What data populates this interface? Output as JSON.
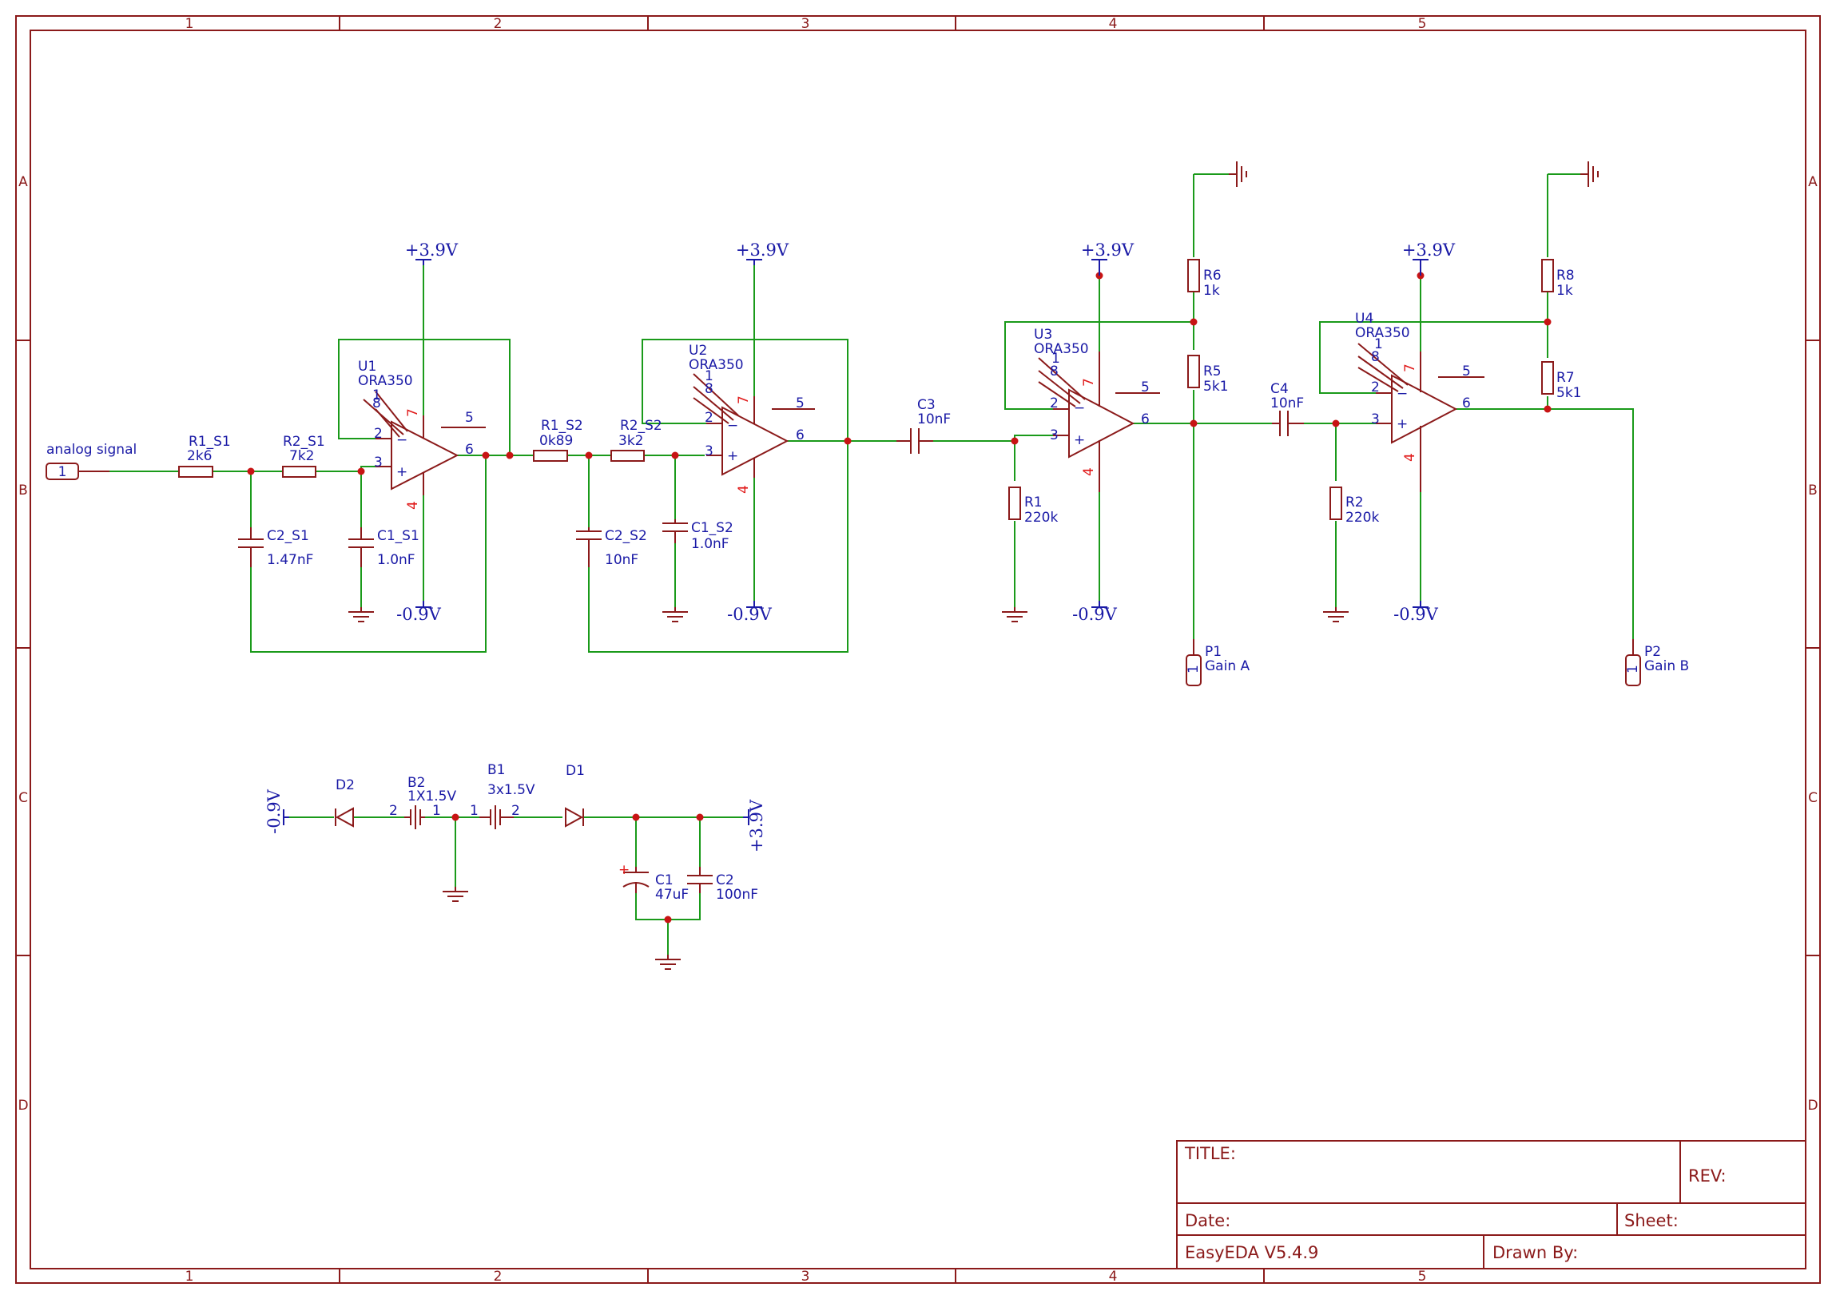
{
  "grid": {
    "columns": [
      "1",
      "2",
      "3",
      "4",
      "5"
    ],
    "rows": [
      "A",
      "B",
      "C",
      "D"
    ]
  },
  "title_block": {
    "title_label": "TITLE:",
    "rev_label": "REV:",
    "date_label": "Date:",
    "sheet_label": "Sheet:",
    "software": "EasyEDA V5.4.9",
    "drawn_by_label": "Drawn By:"
  },
  "ports": {
    "input": {
      "name": "analog signal",
      "pin": "1"
    },
    "p1": {
      "ref": "P1",
      "value": "Gain A",
      "pin": "1"
    },
    "p2": {
      "ref": "P2",
      "value": "Gain B",
      "pin": "1"
    }
  },
  "power": {
    "pos": "+3.9V",
    "neg": "-0.9V"
  },
  "components": {
    "r1_s1": {
      "ref": "R1_S1",
      "value": "2k6"
    },
    "r2_s1": {
      "ref": "R2_S1",
      "value": "7k2"
    },
    "c2_s1": {
      "ref": "C2_S1",
      "value": "1.47nF"
    },
    "c1_s1": {
      "ref": "C1_S1",
      "value": "1.0nF"
    },
    "u1": {
      "ref": "U1",
      "value": "ORA350"
    },
    "r1_s2": {
      "ref": "R1_S2",
      "value": "0k89"
    },
    "r2_s2": {
      "ref": "R2_S2",
      "value": "3k2"
    },
    "c2_s2": {
      "ref": "C2_S2",
      "value": "10nF"
    },
    "c1_s2": {
      "ref": "C1_S2",
      "value": "1.0nF"
    },
    "u2": {
      "ref": "U2",
      "value": "ORA350"
    },
    "c3": {
      "ref": "C3",
      "value": "10nF"
    },
    "r1": {
      "ref": "R1",
      "value": "220k"
    },
    "u3": {
      "ref": "U3",
      "value": "ORA350"
    },
    "r6": {
      "ref": "R6",
      "value": "1k"
    },
    "r5": {
      "ref": "R5",
      "value": "5k1"
    },
    "c4": {
      "ref": "C4",
      "value": "10nF"
    },
    "r2": {
      "ref": "R2",
      "value": "220k"
    },
    "u4": {
      "ref": "U4",
      "value": "ORA350"
    },
    "r8": {
      "ref": "R8",
      "value": "1k"
    },
    "r7": {
      "ref": "R7",
      "value": "5k1"
    },
    "d2": {
      "ref": "D2"
    },
    "b2": {
      "ref": "B2",
      "value": "1X1.5V"
    },
    "b1": {
      "ref": "B1",
      "value": "3x1.5V"
    },
    "d1": {
      "ref": "D1"
    },
    "c1": {
      "ref": "C1",
      "value": "47uF"
    },
    "c2": {
      "ref": "C2",
      "value": "100nF"
    }
  },
  "opamp_pins": {
    "out": "6",
    "inv": "2",
    "noninv": "3",
    "vpos": "7",
    "vneg": "4",
    "p1": "1",
    "p5": "5",
    "p8": "8"
  },
  "battery_pins": {
    "p1": "1",
    "p2": "2"
  },
  "opamp_signs": {
    "minus": "−",
    "plus": "+"
  },
  "polarity_plus": "+"
}
